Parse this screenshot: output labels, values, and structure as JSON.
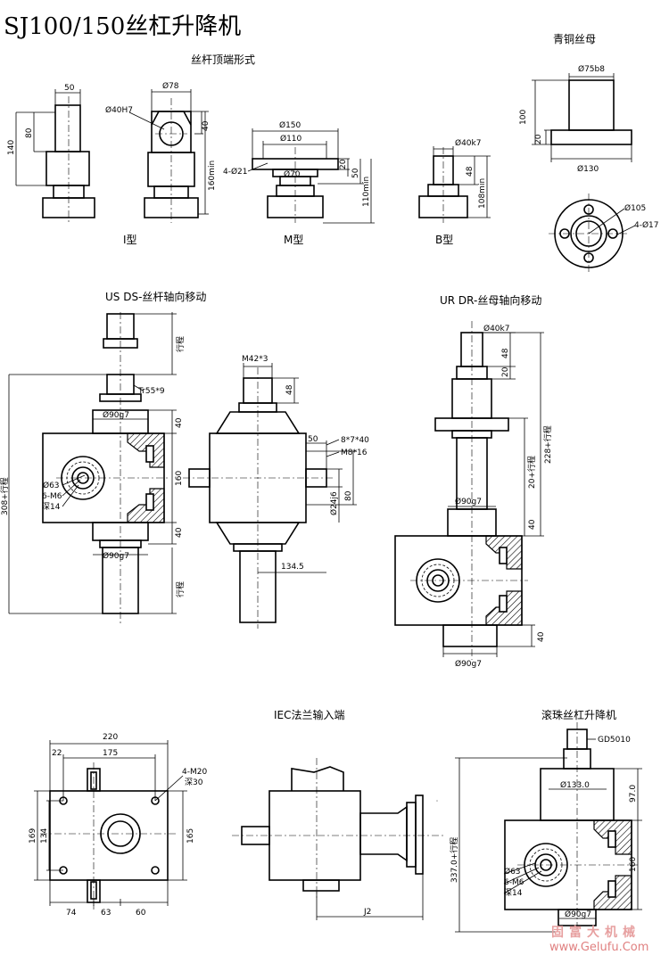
{
  "title": "SJ100/150丝杠升降机",
  "top_section": {
    "subtitle": "丝杆顶端形式",
    "types": {
      "I": "I型",
      "M": "M型",
      "B": "B型"
    },
    "dims": {
      "i_50": "50",
      "i_140": "140",
      "i_80": "80",
      "i2_78": "Ø78",
      "i2_40h7": "Ø40H7",
      "i2_40": "40",
      "i2_160min": "160min",
      "m_150": "Ø150",
      "m_110": "Ø110",
      "m_70": "Ø70",
      "m_4021": "4-Ø21",
      "m_20": "20",
      "m_50": "50",
      "m_110min": "110min",
      "b_40k7": "Ø40k7",
      "b_48": "48",
      "b_108min": "108min"
    }
  },
  "bronze_nut": {
    "label": "青铜丝母",
    "dims": {
      "d75b8": "Ø75b8",
      "h100": "100",
      "h20": "20",
      "d130": "Ø130",
      "d105": "Ø105",
      "holes": "4-Ø17"
    }
  },
  "us_ds": {
    "label": "US  DS-丝杆轴向移动",
    "dims": {
      "stroke_top": "行程",
      "tr": "Tr55*9",
      "d90g7_top": "Ø90g7",
      "d90g7_bot": "Ø90g7",
      "h40a": "40",
      "h160": "160",
      "h40b": "40",
      "total": "308+行程",
      "d63": "Ø63",
      "m6": "6-M6",
      "depth": "深14",
      "stroke_bot": "行程"
    }
  },
  "side_view": {
    "dims": {
      "m42": "M42*3",
      "h48": "48",
      "w50": "50",
      "key": "8*7*40",
      "m8": "M8*16",
      "d24j6": "Ø24j6",
      "h80": "80",
      "w134": "134.5"
    }
  },
  "ur_dr": {
    "label": "UR  DR-丝母轴向移动",
    "dims": {
      "d40k7": "Ø40k7",
      "h48": "48",
      "h20": "20",
      "total": "228+行程",
      "stroke": "20+行程",
      "d90g7": "Ø90g7",
      "h40a": "40",
      "h40b": "40",
      "d90g7_bot": "Ø90g7"
    }
  },
  "bottom_left": {
    "dims": {
      "w220": "220",
      "w22": "22",
      "w175": "175",
      "m20": "4-M20",
      "depth30": "深30",
      "h169": "169",
      "h134": "134",
      "h165": "165",
      "w74": "74",
      "w63": "63",
      "w60": "60"
    }
  },
  "iec": {
    "label": "IEC法兰输入端",
    "dims": {
      "j2": "J2"
    }
  },
  "ballscrew": {
    "label": "滚珠丝杠升降机",
    "dims": {
      "gd": "GD5010",
      "d133": "Ø133.0",
      "h97": "97.0",
      "total": "337.0+行程",
      "d63": "Ø63",
      "m6": "6-M6",
      "depth": "深14",
      "h160": "160",
      "d90g7": "Ø90g7"
    }
  },
  "watermark": {
    "brand": "固富大机械",
    "url": "www.Gelufu.Com"
  }
}
